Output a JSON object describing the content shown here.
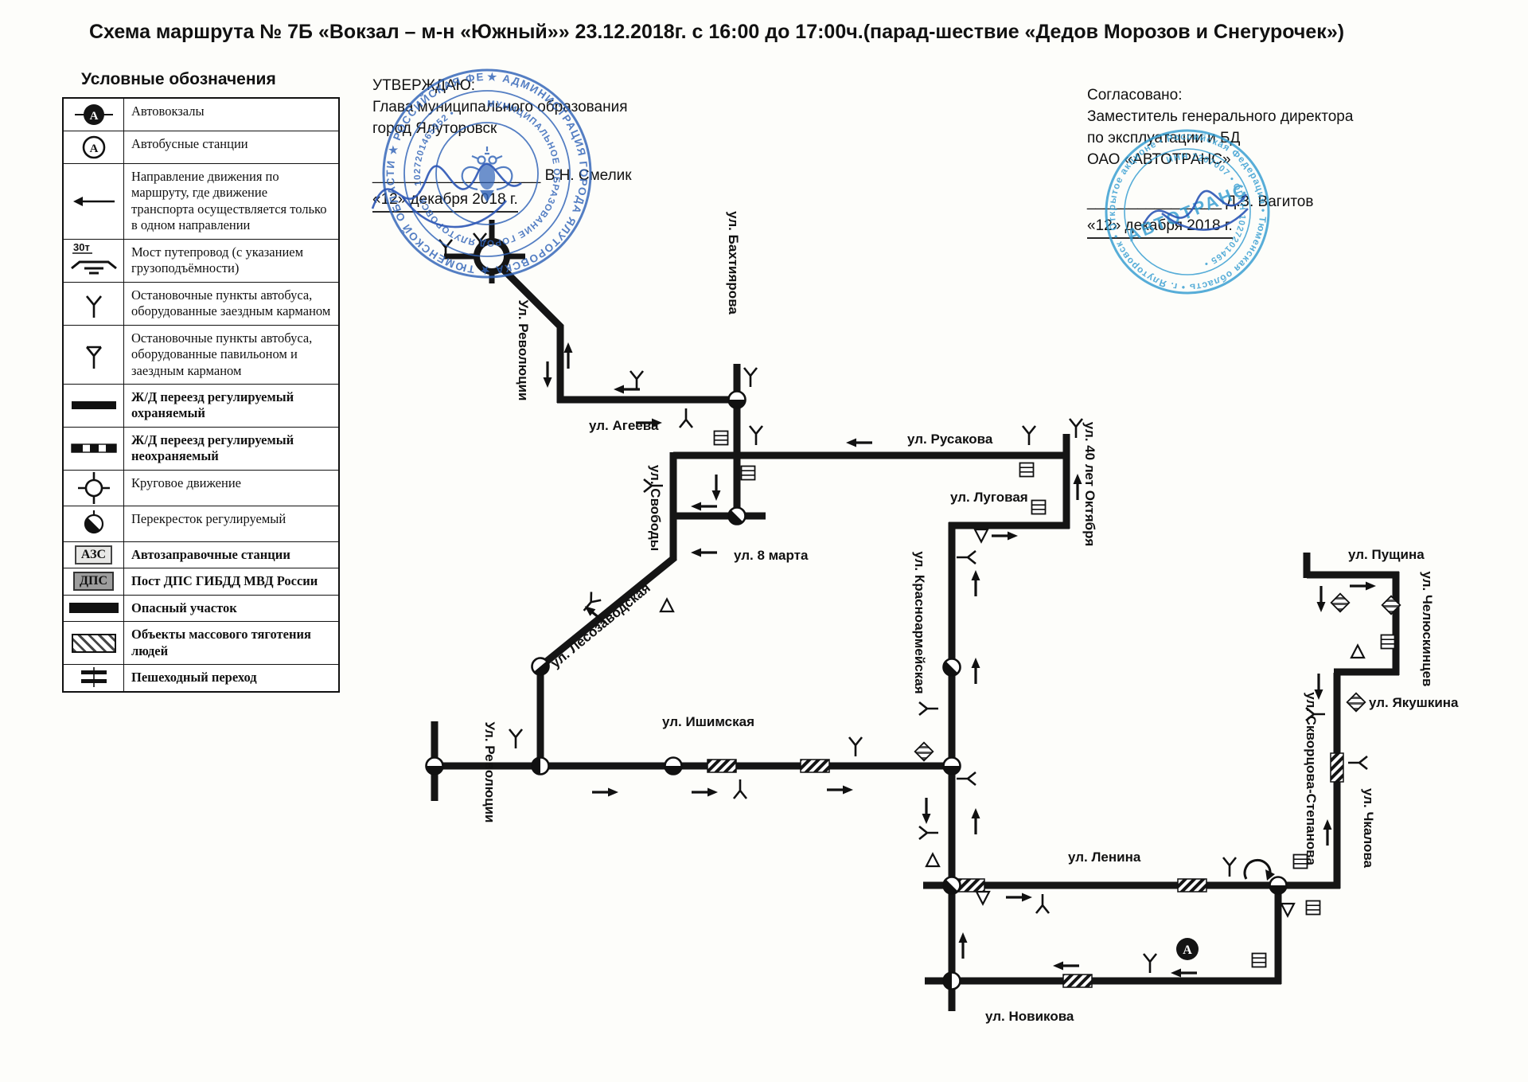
{
  "title": "Схема маршрута № 7Б «Вокзал – м-н «Южный»» 23.12.2018г. с 16:00 до 17:00ч.(парад-шествие «Дедов Морозов и Снегурочек»)",
  "legend": {
    "header": "Условные обозначения",
    "rows": [
      {
        "icon": "bus-terminal",
        "label": "Автовокзалы"
      },
      {
        "icon": "bus-station",
        "label": "Автобусные станции"
      },
      {
        "icon": "one-way-arrow",
        "label": "Направление движения по маршруту, где движение транспорта осуществляется только в одном направлении"
      },
      {
        "icon": "bridge",
        "label": "Мост путепровод (с указанием грузоподъёмности)",
        "weight": "30т"
      },
      {
        "icon": "bus-stop-pocket",
        "label": "Остановочные пункты автобуса, оборудованные заездным карманом"
      },
      {
        "icon": "bus-stop-pavilion",
        "label": "Остановочные пункты автобуса, оборудованные павильоном и заездным карманом"
      },
      {
        "icon": "rr-crossing-guarded",
        "label": "Ж/Д переезд регулируемый охраняемый"
      },
      {
        "icon": "rr-crossing-unguarded",
        "label": "Ж/Д переезд регулируемый неохраняемый"
      },
      {
        "icon": "roundabout",
        "label": "Круговое движение"
      },
      {
        "icon": "signal-intersection",
        "label": "Перекресток регулируемый"
      },
      {
        "icon": "gas-station",
        "label": "Автозаправочные станции",
        "badge": "АЗС"
      },
      {
        "icon": "dps-post",
        "label": "Пост ДПС ГИБДД МВД России",
        "badge": "ДПС"
      },
      {
        "icon": "danger-zone",
        "label": "Опасный участок"
      },
      {
        "icon": "mass-objects",
        "label": "Объекты массового тяготения людей"
      },
      {
        "icon": "crosswalk",
        "label": "Пешеходный переход"
      }
    ]
  },
  "approval": {
    "heading": "УТВЕРЖДАЮ:",
    "line1": "Глава муниципального образования",
    "line2": "город Ялуторовск",
    "signature_line": "____________________",
    "signer": "В.Н. Смелик",
    "date": "«12» декабря 2018 г."
  },
  "agreement": {
    "heading": "Согласовано:",
    "line1": "Заместитель генерального директора",
    "line2": "по эксплуатации и БД",
    "line3": "ОАО «АВТОТРАНС»",
    "signature_line": "________________",
    "signer": "Д.З. Вагитов",
    "date": "«12» декабря 2018 г."
  },
  "stamps": {
    "municipal": {
      "ring_text": "★  АДМИНИСТРАЦИЯ ГОРОДА ЯЛУТОРОВСКА  ★  ТЮМЕНСКОЙ ОБЛАСТИ  ★  РОССИЙСКАЯ ФЕДЕРАЦИЯ",
      "inner_ring_text": "МУНИЦИПАЛЬНОЕ ОБРАЗОВАНИЕ ГОРОД ЯЛУТОРОВСК  •  1027201465352  •",
      "color": "#2f63b8"
    },
    "company": {
      "ring_text": "• Российская Федерация • Тюменская область • г. Ялуторовск • Открытое акционерное общество",
      "inner_ring_text": "ИНН 7207007  •  ОГРН 1027201465  •",
      "center_text": "АВТОТРАНС",
      "color": "#2e9ad0"
    }
  },
  "map": {
    "terminal_label": "А",
    "streets": [
      {
        "name": "Ул. Революции"
      },
      {
        "name": "ул. Бахтиярова"
      },
      {
        "name": "ул. Агеева"
      },
      {
        "name": "ул. Русакова"
      },
      {
        "name": "ул. 40 лет Октября"
      },
      {
        "name": "ул. Луговая"
      },
      {
        "name": "ул. Свободы"
      },
      {
        "name": "ул. 8 марта"
      },
      {
        "name": "ул. Красноармейская"
      },
      {
        "name": "ул. Лесозаводская"
      },
      {
        "name": "Ул. Революции"
      },
      {
        "name": "ул. Ишимская"
      },
      {
        "name": "ул. Ленина"
      },
      {
        "name": "ул. Пущина"
      },
      {
        "name": "ул. Челюскинцев"
      },
      {
        "name": "ул. Якушкина"
      },
      {
        "name": "ул. Скворцова-Степанова"
      },
      {
        "name": "ул. Чкалова"
      },
      {
        "name": "ул. Новикова"
      }
    ]
  }
}
